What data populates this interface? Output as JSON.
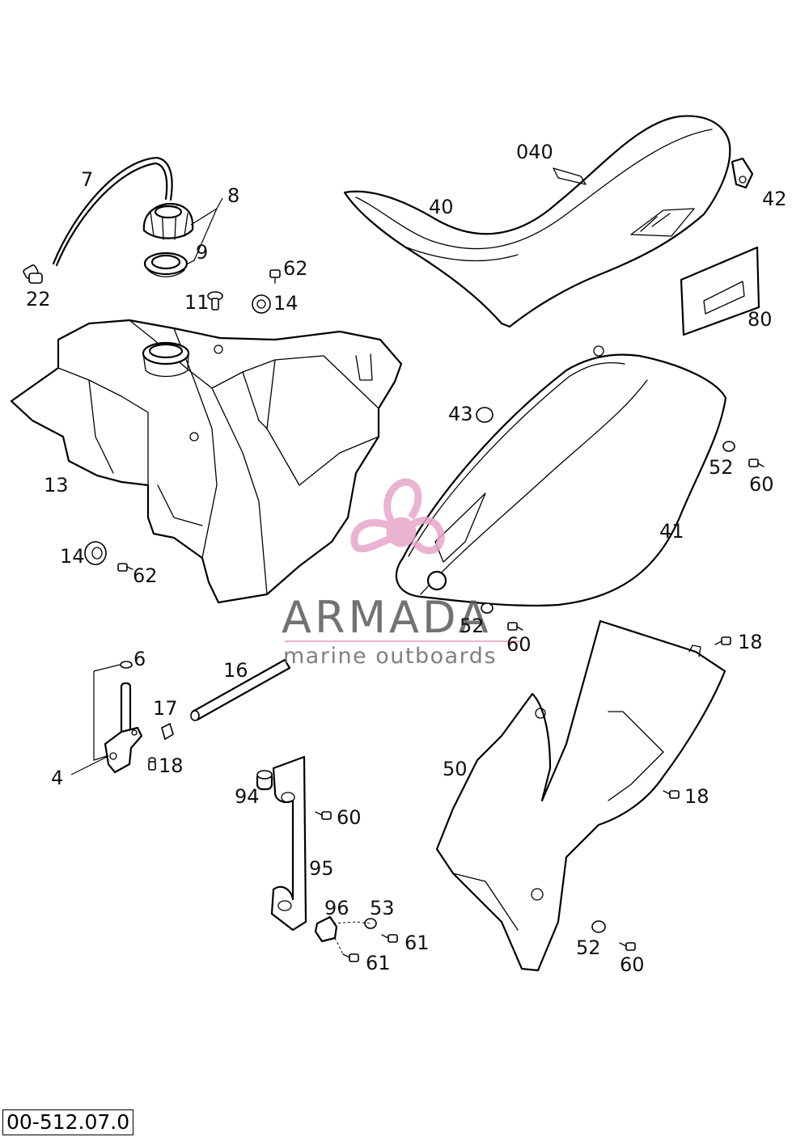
{
  "drawing_number": "00-512.07.0",
  "watermark": {
    "brand": "ARMADA",
    "tagline": "marine outboards",
    "logo_icon": "propeller-icon",
    "brand_color": "#5a5a5a",
    "accent_color": "#e7a6c9"
  },
  "callouts": [
    {
      "id": "c-7",
      "text": "7"
    },
    {
      "id": "c-8",
      "text": "8"
    },
    {
      "id": "c-9",
      "text": "9"
    },
    {
      "id": "c-22",
      "text": "22"
    },
    {
      "id": "c-62a",
      "text": "62"
    },
    {
      "id": "c-11",
      "text": "11"
    },
    {
      "id": "c-14a",
      "text": "14"
    },
    {
      "id": "c-13",
      "text": "13"
    },
    {
      "id": "c-14b",
      "text": "14"
    },
    {
      "id": "c-62b",
      "text": "62"
    },
    {
      "id": "c-040",
      "text": "040"
    },
    {
      "id": "c-40",
      "text": "40"
    },
    {
      "id": "c-42",
      "text": "42"
    },
    {
      "id": "c-80",
      "text": "80"
    },
    {
      "id": "c-43",
      "text": "43"
    },
    {
      "id": "c-52a",
      "text": "52"
    },
    {
      "id": "c-60a",
      "text": "60"
    },
    {
      "id": "c-41",
      "text": "41"
    },
    {
      "id": "c-52b",
      "text": "52"
    },
    {
      "id": "c-60b",
      "text": "60"
    },
    {
      "id": "c-6",
      "text": "6"
    },
    {
      "id": "c-16",
      "text": "16"
    },
    {
      "id": "c-17",
      "text": "17"
    },
    {
      "id": "c-18a",
      "text": "18"
    },
    {
      "id": "c-4",
      "text": "4"
    },
    {
      "id": "c-18b",
      "text": "18"
    },
    {
      "id": "c-50",
      "text": "50"
    },
    {
      "id": "c-18c",
      "text": "18"
    },
    {
      "id": "c-94",
      "text": "94"
    },
    {
      "id": "c-60c",
      "text": "60"
    },
    {
      "id": "c-95",
      "text": "95"
    },
    {
      "id": "c-96",
      "text": "96"
    },
    {
      "id": "c-53",
      "text": "53"
    },
    {
      "id": "c-61a",
      "text": "61"
    },
    {
      "id": "c-61b",
      "text": "61"
    },
    {
      "id": "c-52c",
      "text": "52"
    },
    {
      "id": "c-60d",
      "text": "60"
    }
  ]
}
